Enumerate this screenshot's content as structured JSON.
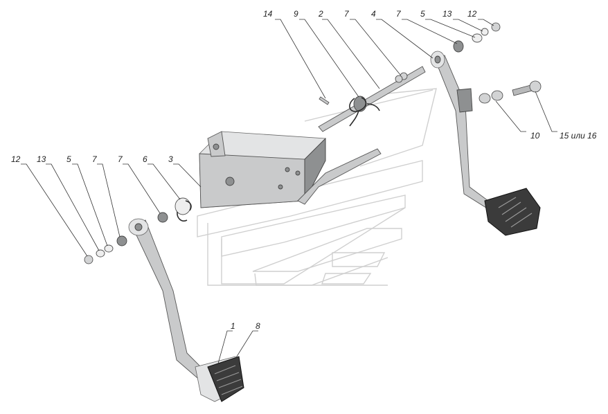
{
  "callouts": {
    "l14": "14",
    "l9": "9",
    "l2": "2",
    "l7a": "7",
    "l4": "4",
    "l7b": "7",
    "l5a": "5",
    "l13a": "13",
    "l12a": "12",
    "l10": "10",
    "l15": "15 или 16",
    "l12b": "12",
    "l13b": "13",
    "l5b": "5",
    "l7c": "7",
    "l7d": "7",
    "l6": "6",
    "l3": "3",
    "l1": "1",
    "l8": "8"
  },
  "colors": {
    "background": "#ffffff",
    "metal": "#c9cacb",
    "pad": "#3b3b3b",
    "watermark": "#cfcfcf"
  }
}
